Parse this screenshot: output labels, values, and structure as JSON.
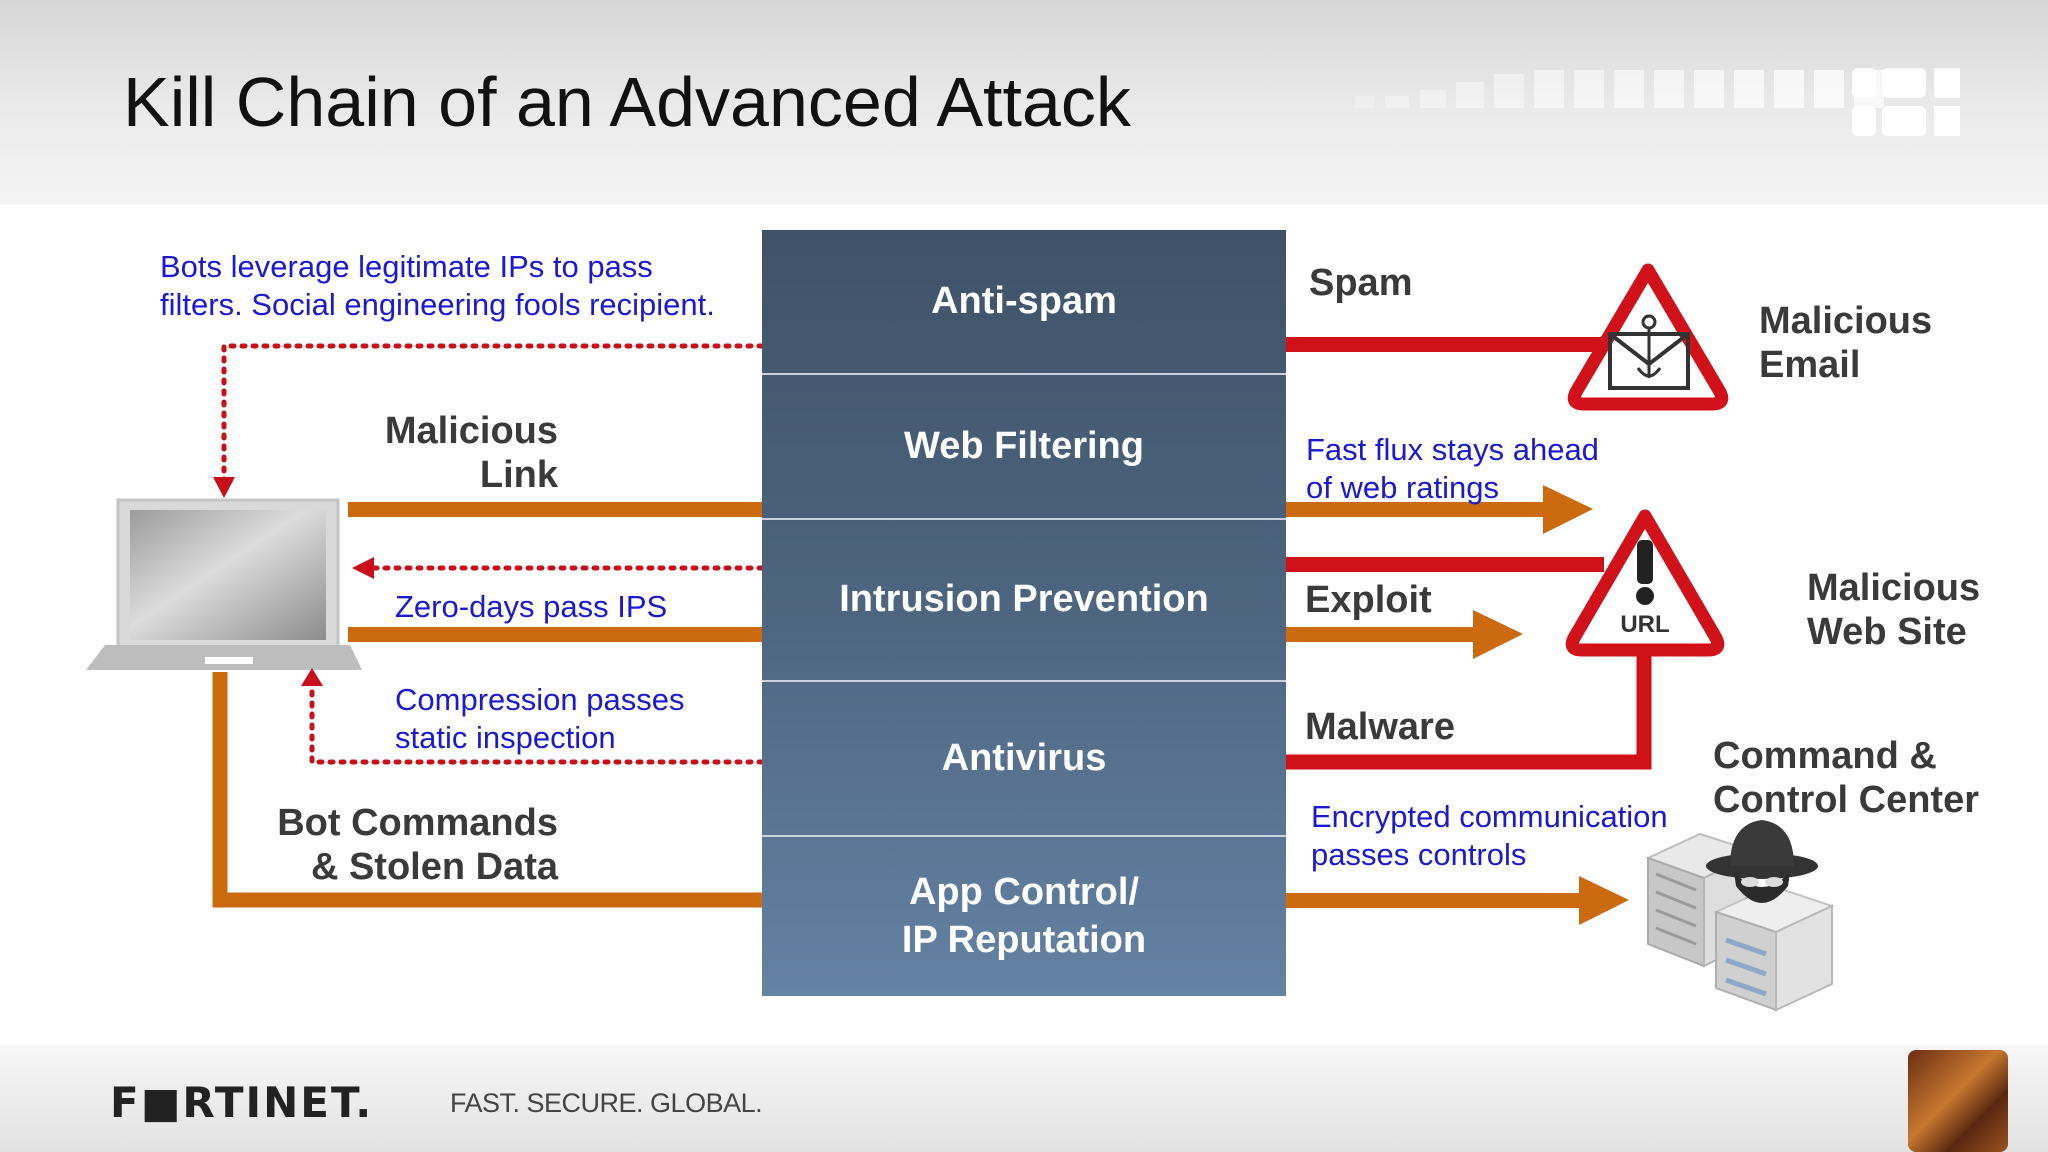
{
  "title": "Kill Chain of an Advanced Attack",
  "layers": [
    "Anti-spam",
    "Web Filtering",
    "Intrusion Prevention",
    "Antivirus",
    "App Control/\nIP Reputation"
  ],
  "left_labels": {
    "bots_note": "Bots leverage legitimate IPs to pass\nfilters. Social engineering fools recipient.",
    "malicious_link": "Malicious\nLink",
    "zero_days": "Zero-days pass IPS",
    "compression": "Compression passes\nstatic inspection",
    "bot_commands": "Bot Commands\n& Stolen Data"
  },
  "right_labels": {
    "spam": "Spam",
    "malicious_email": "Malicious\nEmail",
    "fast_flux": "Fast flux stays ahead\nof web ratings",
    "exploit": "Exploit",
    "malicious_web_site": "Malicious\nWeb Site",
    "url_sign": "URL",
    "malware": "Malware",
    "command_control": "Command &\nControl Center",
    "encrypted": "Encrypted communication\npasses controls"
  },
  "footer": {
    "logo": "F■RTINET.",
    "tagline": "FAST. SECURE. GLOBAL."
  },
  "colors": {
    "orange": "#cc6a10",
    "red": "#d0111a",
    "blue_text": "#1a1ad2",
    "stack_top": "#3f5268",
    "stack_bottom": "#6482a4"
  },
  "icons": [
    "laptop-icon",
    "email-warning-icon",
    "url-warning-icon",
    "server-spy-icon"
  ]
}
